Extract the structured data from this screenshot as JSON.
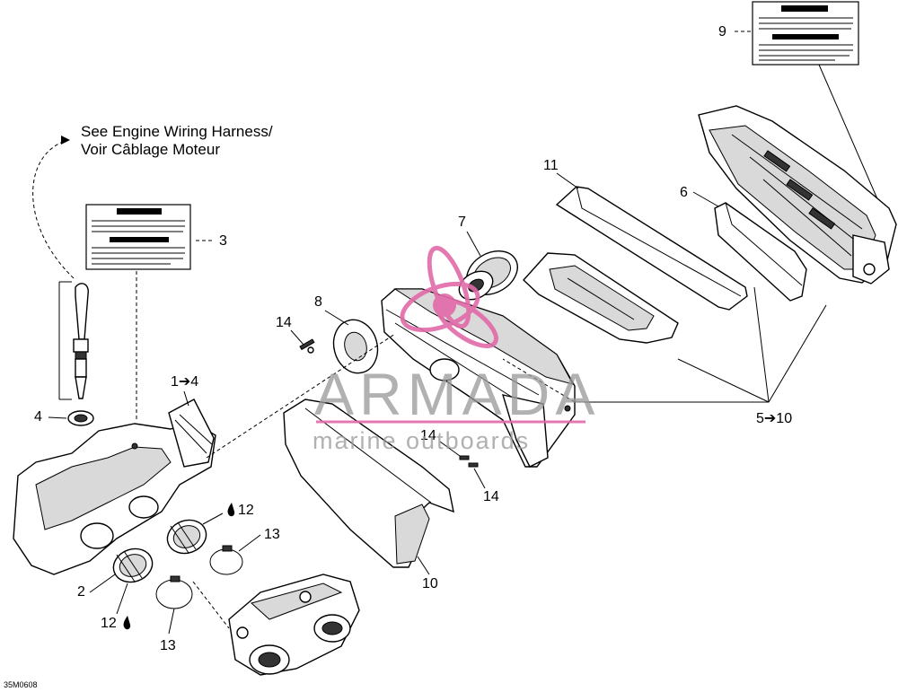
{
  "reference": {
    "line1": "See Engine Wiring Harness/",
    "line2": "Voir Câblage Moteur"
  },
  "callouts": {
    "c1to4": "1➔4",
    "c2": "2",
    "c3": "3",
    "c4": "4",
    "c5to10": "5➔10",
    "c6": "6",
    "c7": "7",
    "c8": "8",
    "c9": "9",
    "c10": "10",
    "c11": "11",
    "c12a": "12",
    "c12b": "12",
    "c13a": "13",
    "c13b": "13",
    "c14a": "14",
    "c14b": "14",
    "c14c": "14"
  },
  "drawing_code": "35M0608",
  "watermark": {
    "brand": "ARMADA",
    "tagline": "marine outboards",
    "color": "#e26aa8"
  }
}
